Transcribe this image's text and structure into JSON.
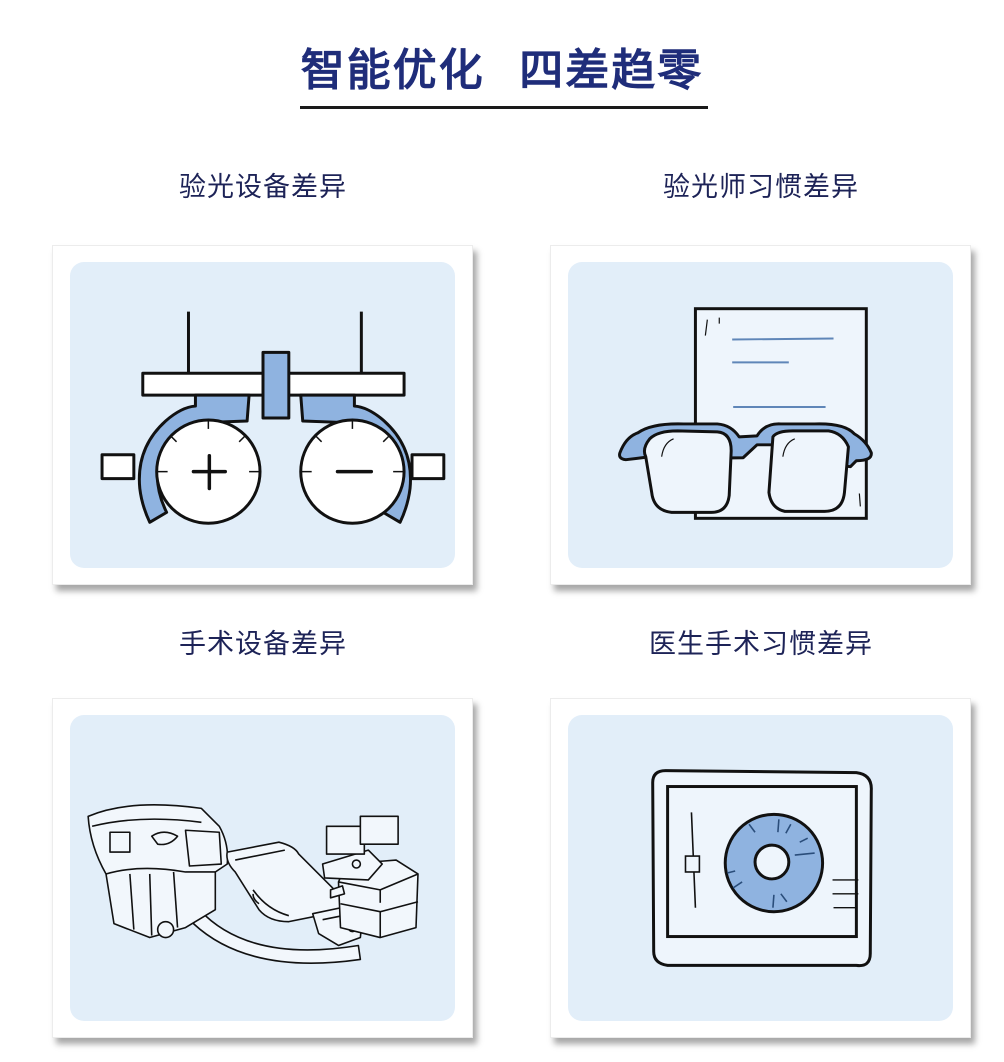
{
  "header": {
    "title": "智能优化  四差趋零"
  },
  "colors": {
    "title": "#1f2d7a",
    "label": "#1d2357",
    "panel_bg": "#e2eef9",
    "accent_blue": "#8fb3e0",
    "line": "#111111"
  },
  "cards": [
    {
      "label": "验光设备差异",
      "icon": "trial-frame-plus-minus-lenses-icon"
    },
    {
      "label": "验光师习惯差异",
      "icon": "glasses-on-document-icon"
    },
    {
      "label": "手术设备差异",
      "icon": "laser-surgery-equipment-icon"
    },
    {
      "label": "医生手术习惯差异",
      "icon": "tablet-eye-interface-icon"
    }
  ]
}
